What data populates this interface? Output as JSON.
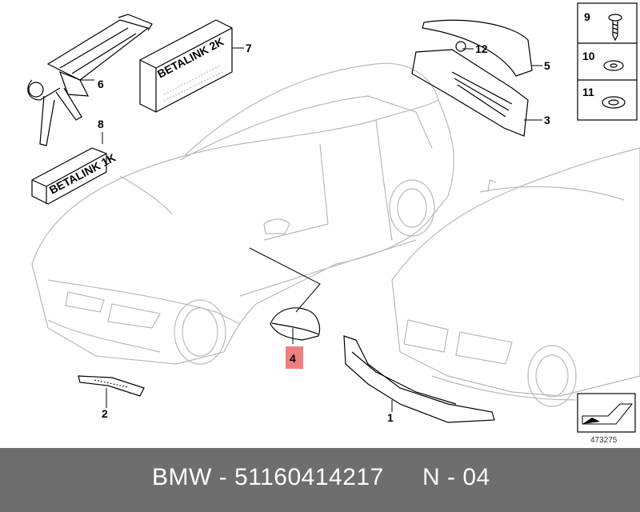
{
  "callouts": {
    "c1": "1",
    "c2": "2",
    "c3": "3",
    "c4": "4",
    "c5": "5",
    "c6": "6",
    "c7": "7",
    "c8": "8",
    "c9": "9",
    "c10": "10",
    "c11": "11",
    "c12": "12"
  },
  "boxes": {
    "betalink2k": "BETALINK 2K",
    "betalink1k": "BETALINK 1K"
  },
  "image_number": "473275",
  "footer": {
    "left": "BMW - 51160414217",
    "right": "N - 04"
  },
  "colors": {
    "highlight": "#f08080",
    "footer_bg": "#6e6e6e"
  }
}
